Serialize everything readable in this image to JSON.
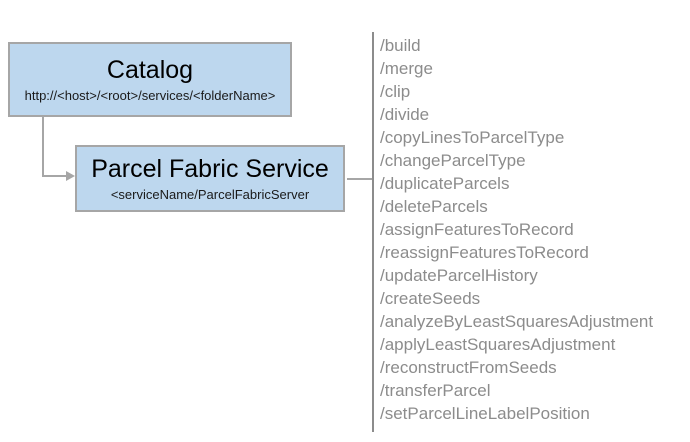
{
  "nodes": [
    {
      "title": "Catalog",
      "subtitle": "http://<host>/<root>/services/<folderName>"
    },
    {
      "title": "Parcel Fabric Service",
      "subtitle": "<serviceName/ParcelFabricServer"
    }
  ],
  "endpoints": [
    "/build",
    "/merge",
    "/clip",
    "/divide",
    "/copyLinesToParcelType",
    "/changeParcelType",
    "/duplicateParcels",
    "/deleteParcels",
    "/assignFeaturesToRecord",
    "/reassignFeaturesToRecord",
    "/updateParcelHistory",
    "/createSeeds",
    "/analyzeByLeastSquaresAdjustment",
    "/applyLeastSquaresAdjustment",
    "/reconstructFromSeeds",
    "/transferParcel",
    "/setParcelLineLabelPosition"
  ],
  "colors": {
    "node_fill": "#BDD7EE",
    "node_border": "#A6A6A6",
    "connector": "#A6A6A6",
    "divider_line": "#8C8C8C",
    "endpoint_text": "#8C8C8C",
    "title_text": "#000000"
  }
}
